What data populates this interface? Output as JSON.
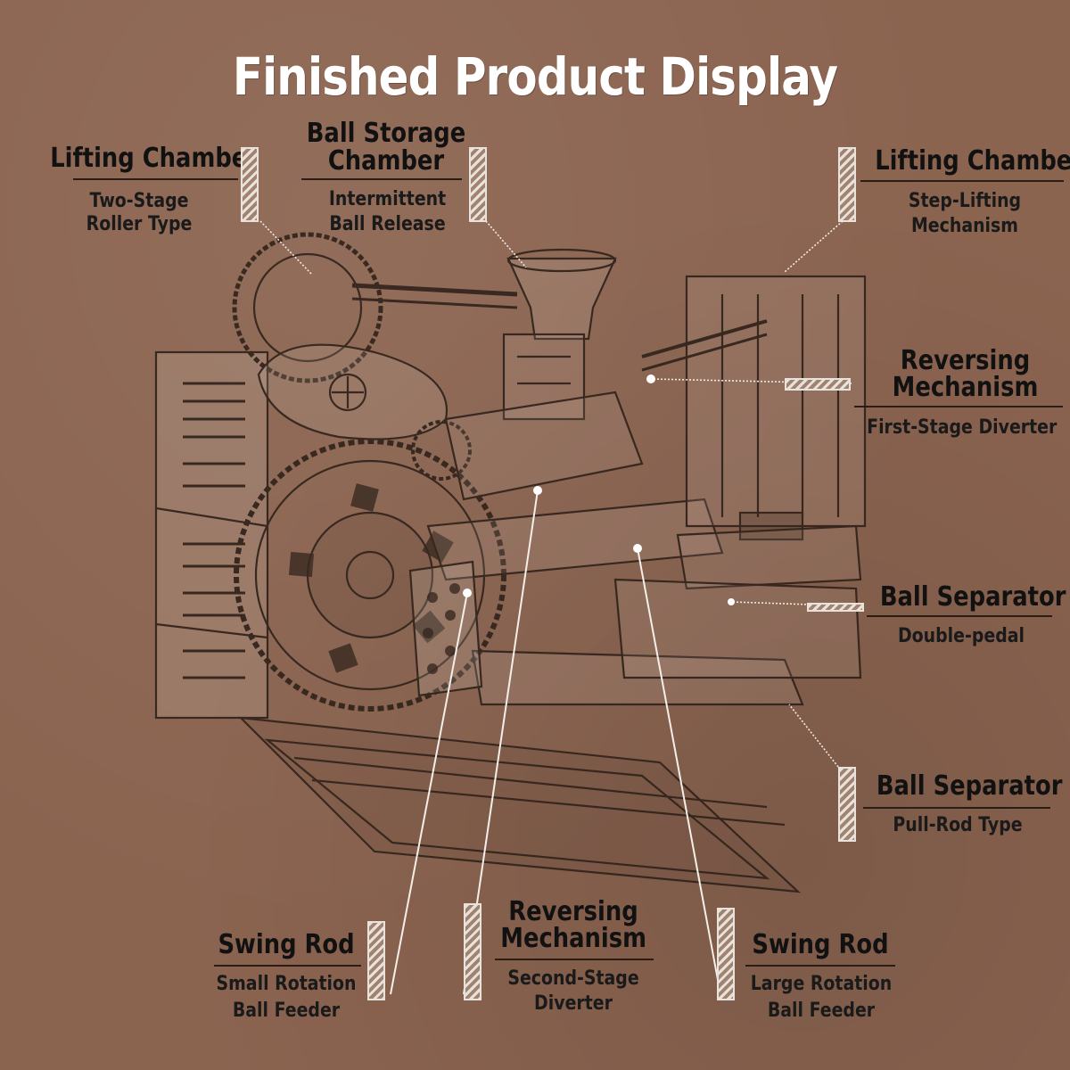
{
  "title": "Finished Product Display",
  "labels": [
    {
      "heading": "Lifting Chamber",
      "subtitle": [
        "Two-Stage",
        "Roller Type"
      ]
    },
    {
      "heading": [
        "Ball Storage",
        "Chamber"
      ],
      "subtitle": [
        "Intermittent",
        "Ball Release"
      ]
    },
    {
      "heading": "Lifting Chamber",
      "subtitle": [
        "Step-Lifting",
        "Mechanism"
      ]
    },
    {
      "heading": [
        "Reversing",
        "Mechanism"
      ],
      "subtitle": [
        "First-Stage Diverter"
      ]
    },
    {
      "heading": "Ball Separator",
      "subtitle": [
        "Double-pedal"
      ]
    },
    {
      "heading": "Ball Separator",
      "subtitle": [
        "Pull-Rod Type"
      ]
    },
    {
      "heading": "Swing Rod",
      "subtitle": [
        "Small Rotation",
        "Ball Feeder"
      ]
    },
    {
      "heading": [
        "Reversing",
        "Mechanism"
      ],
      "subtitle": [
        "Second-Stage",
        "Diverter"
      ]
    },
    {
      "heading": "Swing Rod",
      "subtitle": [
        "Large Rotation",
        "Ball Feeder"
      ]
    }
  ],
  "colors": {
    "background": "#8b6450",
    "title": "#ffffff",
    "text": "#111111",
    "hatch": "#e9e2da"
  }
}
